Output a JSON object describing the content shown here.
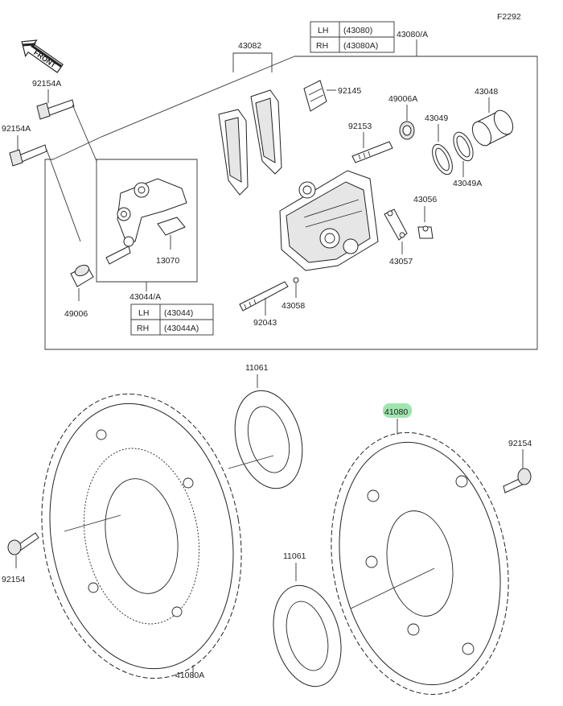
{
  "figure_id": "F2292",
  "front_label": "FRONT",
  "labels": {
    "p43082": "43082",
    "p43080A": "43080/A",
    "p92145": "92145",
    "p49006A": "49006A",
    "p43048": "43048",
    "p92154A_1": "92154A",
    "p92154A_2": "92154A",
    "p92153": "92153",
    "p43049": "43049",
    "p43049A": "43049A",
    "p43056": "43056",
    "p13070": "13070",
    "p43057": "43057",
    "p49006": "49006",
    "p43044A": "43044/A",
    "p43058": "43058",
    "p92043": "92043",
    "p11061_top": "11061",
    "p41080": "41080",
    "p92154_right": "92154",
    "p92154_left": "92154",
    "p11061_bottom": "11061",
    "p41080A": "41080A"
  },
  "table_43080": [
    {
      "side": "LH",
      "part": "(43080)"
    },
    {
      "side": "RH",
      "part": "(43080A)"
    }
  ],
  "table_43044": [
    {
      "side": "LH",
      "part": "(43044)"
    },
    {
      "side": "RH",
      "part": "(43044A)"
    }
  ],
  "colors": {
    "highlight": "#8ee0a0",
    "line": "#333333"
  }
}
